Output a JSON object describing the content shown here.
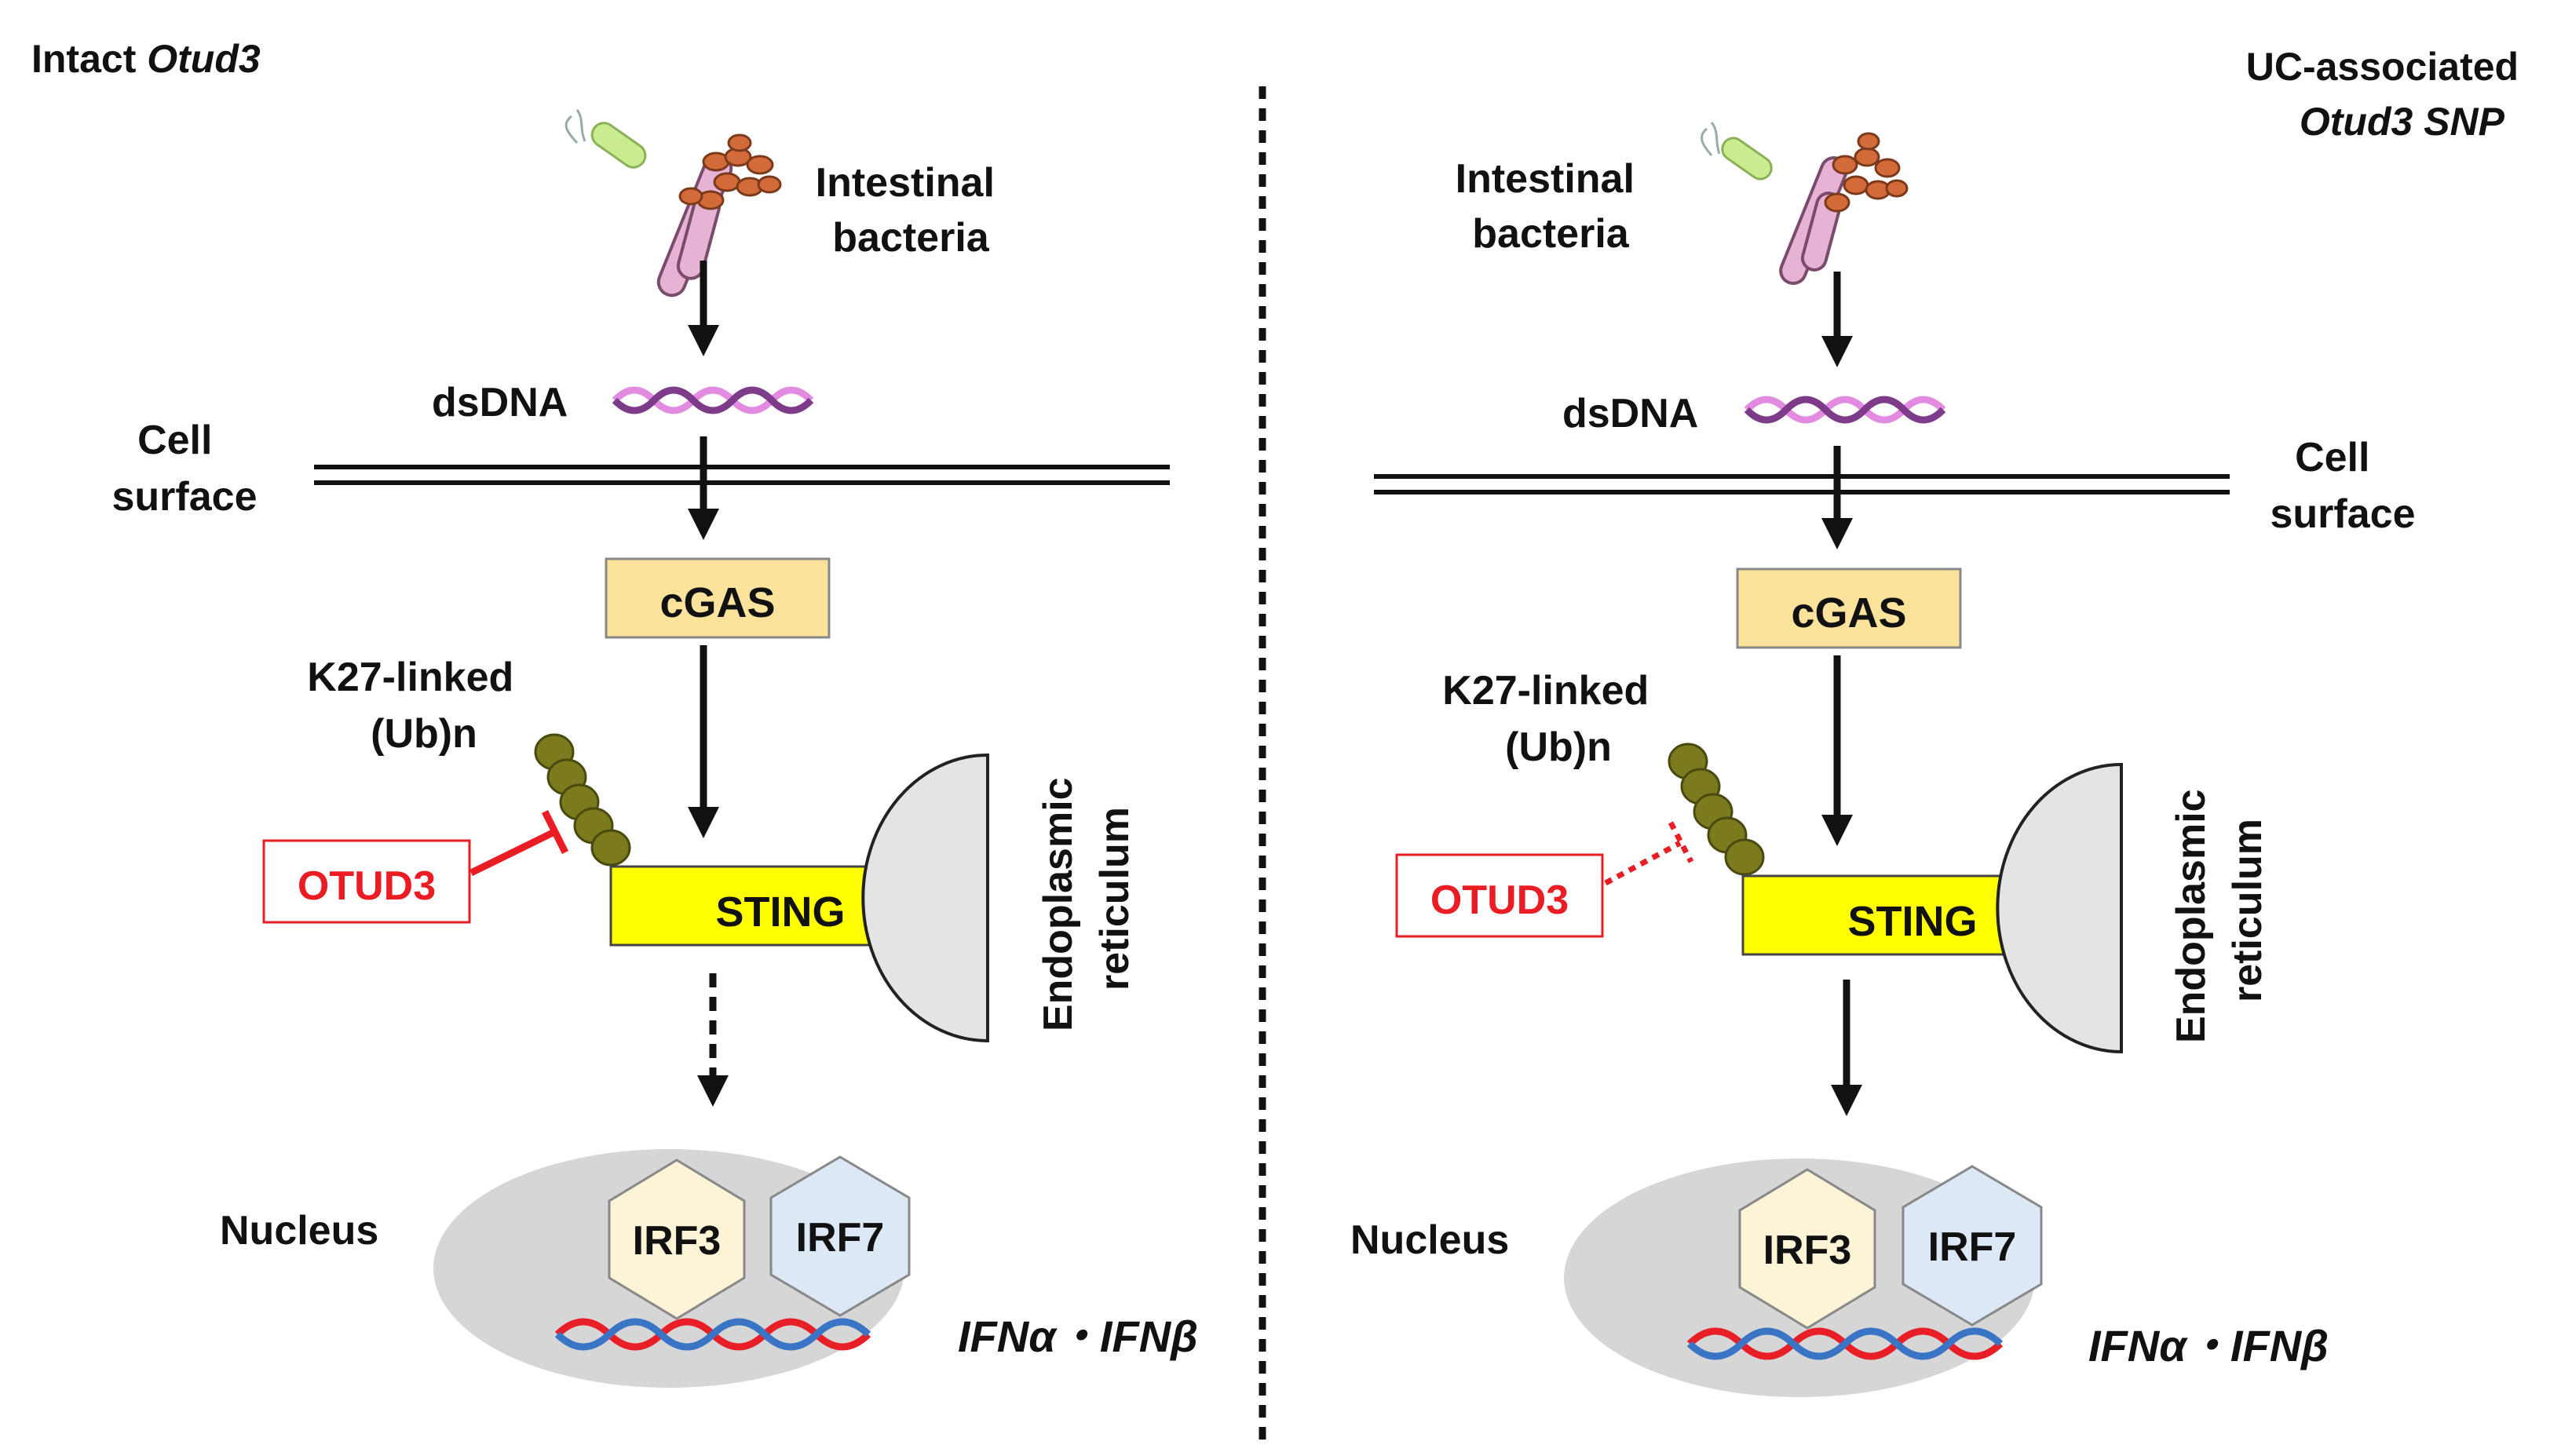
{
  "left": {
    "heading_plain": "Intact ",
    "heading_italic": "Otud3",
    "bacteria": [
      "Intestinal",
      "bacteria"
    ],
    "dsdna": "dsDNA",
    "cell_surface": [
      "Cell",
      "surface"
    ],
    "cgas": "cGAS",
    "ub": [
      "K27-linked",
      "(Ub)n"
    ],
    "otud3": "OTUD3",
    "sting": "STING",
    "er": [
      "Endoplasmic",
      "reticulum"
    ],
    "nucleus": "Nucleus",
    "irf3": "IRF3",
    "irf7": "IRF7",
    "ifn": "IFNα・IFNβ"
  },
  "right": {
    "heading": [
      "UC-associated",
      "Otud3 SNP"
    ],
    "bacteria": [
      "Intestinal",
      "bacteria"
    ],
    "dsdna": "dsDNA",
    "cell_surface": [
      "Cell",
      "surface"
    ],
    "cgas": "cGAS",
    "ub": [
      "K27-linked",
      "(Ub)n"
    ],
    "otud3": "OTUD3",
    "sting": "STING",
    "er": [
      "Endoplasmic",
      "reticulum"
    ],
    "nucleus": "Nucleus",
    "irf3": "IRF3",
    "irf7": "IRF7",
    "ifn": "IFNα・IFNβ"
  },
  "colors": {
    "cgas_fill": "#fbe39c",
    "sting_fill": "#ffff00",
    "otud3_red": "#ea1c24",
    "ub_bead": "#7b7a1d",
    "nucleus_fill": "#d6d6d6",
    "irf3_fill": "#fdf3d6",
    "irf7_fill": "#dde8f6",
    "er_fill": "#e4e4e4",
    "dna_red": "#e81f26",
    "dna_blue": "#3a74c4",
    "dsdna_pink": "#e38be0",
    "dsdna_purple": "#7d3b8a"
  }
}
